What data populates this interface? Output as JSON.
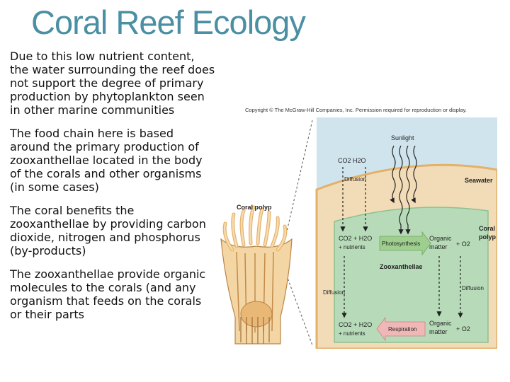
{
  "slide": {
    "title": "Coral Reef Ecology",
    "bullets": [
      "Due to this low nutrient content, the water surrounding the reef does not support the degree of primary production by phytoplankton seen in other marine communities",
      "The food chain here is based around the primary production of zooxanthellae located in the body of the corals and other organisms (in some cases)",
      "The coral benefits the zooxanthellae by providing carbon dioxide, nitrogen and phosphorus (by-products)",
      "The zooxanthellae provide organic molecules to the corals (and any organism that feeds on the corals or their parts"
    ]
  },
  "figure": {
    "copyright": "Copyright © The McGraw-Hill Companies, Inc. Permission required for reproduction or display.",
    "sunlight": "Sunlight",
    "seawater": "Seawater",
    "coral_polyp_left": "Coral polyp",
    "coral_polyp_right": [
      "Coral",
      "polyp"
    ],
    "diffusion": "Diffusion",
    "co2": "CO",
    "h2o": "H",
    "co2_h2o_top": "CO2  H2O",
    "reactants": "CO2 + H2O",
    "nutrients": "+ nutrients",
    "organic_matter": [
      "Organic",
      "matter"
    ],
    "o2": "+ O2",
    "photosynthesis": "Photosynthesis",
    "respiration": "Respiration",
    "zooxanthellae": "Zooxanthellae",
    "colors": {
      "title": "#4a8fa3",
      "seawater": "#cfe4ec",
      "polyp_tissue": "#f2dcb8",
      "polyp_edge": "#e2b16a",
      "inner_cell": "#b7dbb9",
      "photosynthesis_arrow": "#9ecf8f",
      "respiration_arrow": "#f0b7b7"
    }
  }
}
